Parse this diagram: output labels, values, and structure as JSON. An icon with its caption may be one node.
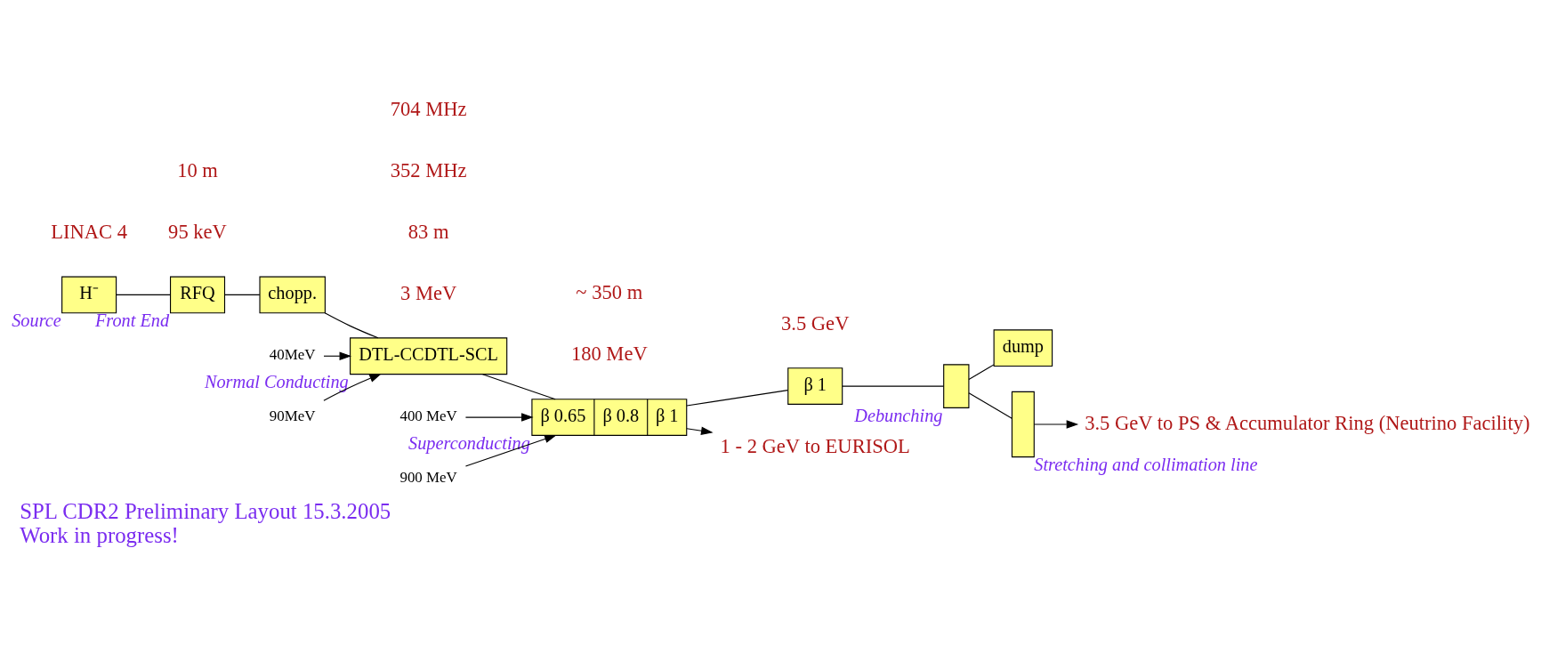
{
  "diagram": {
    "title": "SPL CDR2 Preliminary Layout 15.3.2005",
    "caption": "Work in progress!",
    "nodes": [
      {
        "text": [
          "H⁻"
        ],
        "beside": [
          "Source"
        ]
      },
      {
        "text": [
          "RFQ"
        ],
        "beside": [
          "Front End"
        ]
      },
      {
        "text": [
          "chopp."
        ]
      },
      {
        "text": [
          "DTL-CCDTL-SCL"
        ],
        "beside": [
          "Normal Conducting"
        ]
      },
      {
        "text": [
          "β 0.65",
          "β 0.8",
          "β 1"
        ],
        "beside": [
          "Superconducting"
        ]
      },
      {
        "text": [
          "β 1"
        ]
      },
      {
        "text": [],
        "shape": "box",
        "beside": [
          "Debunching"
        ]
      },
      {
        "text": [
          "dump"
        ]
      },
      {
        "text": [
          "1 - 2 GeV to EURISOL"
        ]
      },
      {
        "text": [],
        "shape": "bar",
        "beside": [
          "Stretching and collimation line"
        ]
      },
      {
        "text": [
          "3.5 GeV to PS & Accumulator Ring (Neutrino Facility)"
        ]
      },
      {
        "text": [
          "40MeV"
        ]
      },
      {
        "text": [
          "90MeV"
        ]
      },
      {
        "text": [
          "400 MeV"
        ]
      },
      {
        "text": [
          "900 MeV"
        ]
      }
    ],
    "edges": [
      {
        "from": 0,
        "to": 1,
        "arrow": "none"
      },
      {
        "from": 1,
        "to": 2,
        "arrow": "none"
      },
      {
        "from": 2,
        "to": 3,
        "arrow": "none"
      },
      {
        "from": 3,
        "to": 4,
        "arrow": "none"
      },
      {
        "from": 4,
        "to": 5,
        "arrow": "none"
      },
      {
        "from": 5,
        "to": 6,
        "arrow": "none"
      },
      {
        "from": 6,
        "to": 7,
        "arrow": "none"
      },
      {
        "from": 4,
        "to": 8,
        "arrow": "to"
      },
      {
        "from": 6,
        "to": 9,
        "arrow": "none"
      },
      {
        "from": 9,
        "to": 10,
        "arrow": "to"
      },
      {
        "from": 11,
        "to": 3,
        "arrow": "to"
      },
      {
        "from": 12,
        "to": 3,
        "arrow": "to"
      },
      {
        "from": 13,
        "to": 4,
        "arrow": "to"
      },
      {
        "from": 14,
        "to": 4,
        "arrow": "to"
      }
    ],
    "labels": [
      "95 keV",
      "3 MeV",
      "180 MeV",
      "3.5 GeV",
      "10 m",
      "83 m",
      "~ 350 m",
      "352 MHz",
      "704 MHz",
      "LINAC 4"
    ]
  }
}
